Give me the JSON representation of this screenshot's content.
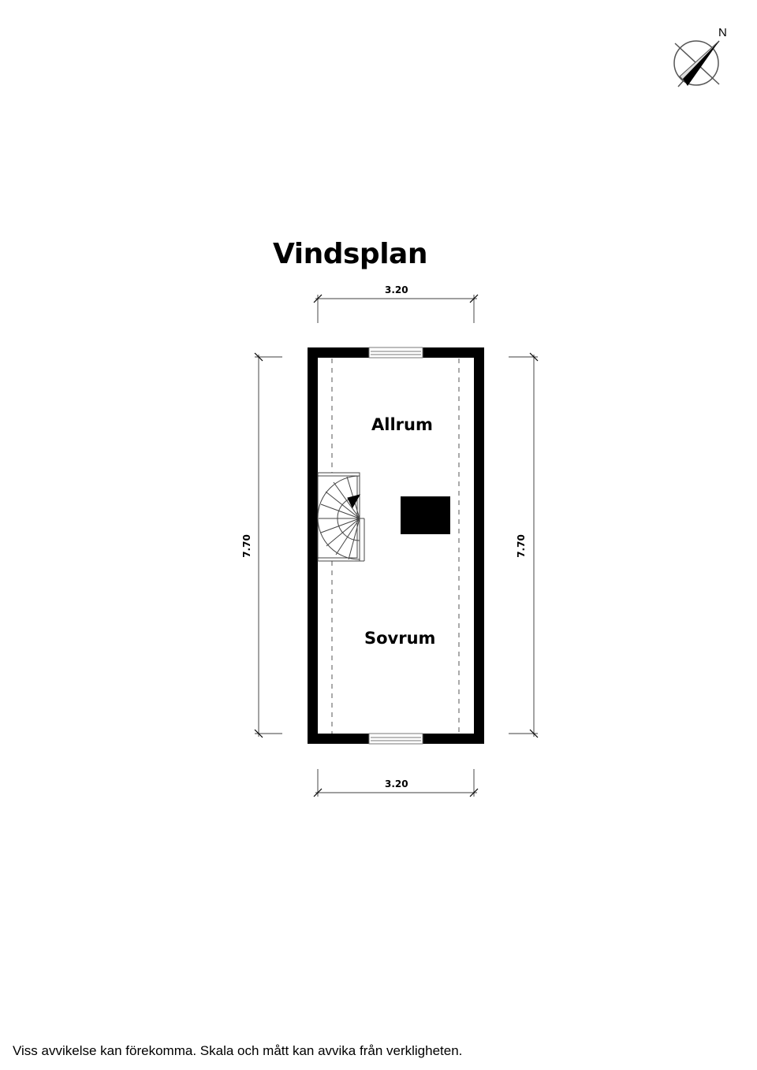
{
  "plan": {
    "title": "Vindsplan",
    "rooms": [
      {
        "name": "Allrum"
      },
      {
        "name": "Sovrum"
      }
    ],
    "dimensions": {
      "top_width": "3.20",
      "bottom_width": "3.20",
      "left_height": "7.70",
      "right_height": "7.70"
    },
    "compass": {
      "label": "N"
    }
  },
  "footer": {
    "disclaimer": "Viss avvikelse kan förekomma. Skala och mått kan avvika från verkligheten."
  },
  "colors": {
    "wall": "#000000",
    "dimension_line": "#555555",
    "stair_line": "#444444",
    "background": "#ffffff"
  }
}
